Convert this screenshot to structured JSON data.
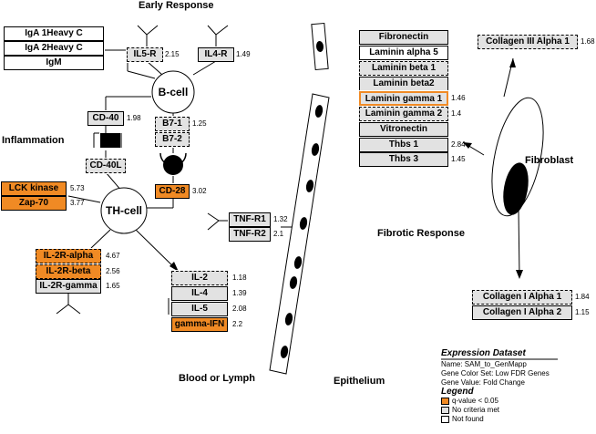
{
  "labels": {
    "early_response": "Early Response",
    "inflammation": "Inflammation",
    "blood_or_lymph": "Blood or Lymph",
    "epithelium": "Epithelium",
    "fibrotic_response": "Fibrotic Response",
    "fibroblast": "Fibroblast",
    "b_cell": "B-cell",
    "th_cell": "TH-cell"
  },
  "genes": {
    "iga1": {
      "label": "IgA 1Heavy C",
      "value": ""
    },
    "iga2": {
      "label": "IgA 2Heavy C",
      "value": ""
    },
    "igm": {
      "label": "IgM",
      "value": ""
    },
    "il5r": {
      "label": "IL5-R",
      "value": "2.15"
    },
    "il4r": {
      "label": "IL4-R",
      "value": "1.49"
    },
    "cd40": {
      "label": "CD-40",
      "value": "1.98"
    },
    "b71": {
      "label": "B7-1",
      "value": "1.25"
    },
    "b72": {
      "label": "B7-2",
      "value": ""
    },
    "cd40l": {
      "label": "CD-40L",
      "value": ""
    },
    "lck": {
      "label": "LCK kinase",
      "value": "5.73"
    },
    "zap70": {
      "label": "Zap-70",
      "value": "3.77"
    },
    "cd28": {
      "label": "CD-28",
      "value": "3.02"
    },
    "tnfr1": {
      "label": "TNF-R1",
      "value": "1.32"
    },
    "tnfr2": {
      "label": "TNF-R2",
      "value": "2.1"
    },
    "il2ra": {
      "label": "IL-2R-alpha",
      "value": "4.67"
    },
    "il2rb": {
      "label": "IL-2R-beta",
      "value": "2.56"
    },
    "il2rg": {
      "label": "IL-2R-gamma",
      "value": "1.65"
    },
    "il2": {
      "label": "IL-2",
      "value": "1.18"
    },
    "il4": {
      "label": "IL-4",
      "value": "1.39"
    },
    "il5": {
      "label": "IL-5",
      "value": "2.08"
    },
    "ifng": {
      "label": "gamma-IFN",
      "value": "2.2"
    },
    "fibronectin": {
      "label": "Fibronectin",
      "value": ""
    },
    "lama5": {
      "label": "Laminin alpha 5",
      "value": ""
    },
    "lamb1": {
      "label": "Laminin beta 1",
      "value": ""
    },
    "lamb2": {
      "label": "Laminin beta2",
      "value": ""
    },
    "lamg1": {
      "label": "Laminin gamma 1",
      "value": "1.46"
    },
    "lamg2": {
      "label": "Laminin gamma 2",
      "value": "1.4"
    },
    "vitronectin": {
      "label": "Vitronectin",
      "value": ""
    },
    "thbs1": {
      "label": "Thbs 1",
      "value": "2.84"
    },
    "thbs3": {
      "label": "Thbs 3",
      "value": "1.45"
    },
    "col3a1": {
      "label": "Collagen III Alpha 1",
      "value": "1.68"
    },
    "col1a1": {
      "label": "Collagen I Alpha 1",
      "value": "1.84"
    },
    "col1a2": {
      "label": "Collagen I Alpha 2",
      "value": "1.15"
    }
  },
  "legend": {
    "title": "Expression Dataset",
    "name_line": "Name: SAM_to_GenMapp",
    "color_set_line": "Gene Color Set: Low FDR Genes",
    "gene_value_line": "Gene Value: Fold Change",
    "legend_title": "Legend",
    "items": [
      {
        "label": "q-value < 0.05",
        "color": "#f08a24"
      },
      {
        "label": "No criteria met",
        "color": "#e2e2e2"
      },
      {
        "label": "Not found",
        "color": "#ffffff"
      }
    ]
  },
  "colors": {
    "significant": "#f08a24",
    "no_criteria": "#e2e2e2",
    "not_found": "#ffffff"
  }
}
